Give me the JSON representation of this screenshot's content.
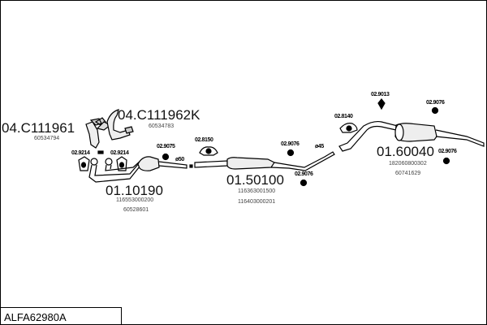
{
  "diagram_code": "ALFA62980A",
  "parts": {
    "manifold_left": {
      "ref": "04.C111961",
      "oem": [
        "60534794"
      ]
    },
    "manifold_right": {
      "ref": "04.C111962K",
      "oem": [
        "60534783"
      ]
    },
    "gasket_left": {
      "ref": "02.9214"
    },
    "gasket_right": {
      "ref": "02.9214"
    },
    "front_pipe": {
      "ref": "01.10190",
      "oem": [
        "116553000200",
        "60528601"
      ]
    },
    "rubber_front": {
      "ref": "02.9075"
    },
    "mount_front": {
      "ref": "02.8150"
    },
    "diameter_front": {
      "label": "ø50"
    },
    "middle_silencer": {
      "ref": "01.50100",
      "oem": [
        "116363001500",
        "116403000201"
      ]
    },
    "rubber_mid_1": {
      "ref": "02.9076"
    },
    "rubber_mid_2": {
      "ref": "02.9076"
    },
    "diameter_mid": {
      "label": "ø45"
    },
    "mount_rear": {
      "ref": "02.8140"
    },
    "clamp_rear": {
      "ref": "02.9013"
    },
    "rubber_rear_1": {
      "ref": "02.9076"
    },
    "rubber_rear_2": {
      "ref": "02.9076"
    },
    "rear_silencer": {
      "ref": "01.60040",
      "oem": [
        "182060800302",
        "60741629"
      ]
    }
  }
}
